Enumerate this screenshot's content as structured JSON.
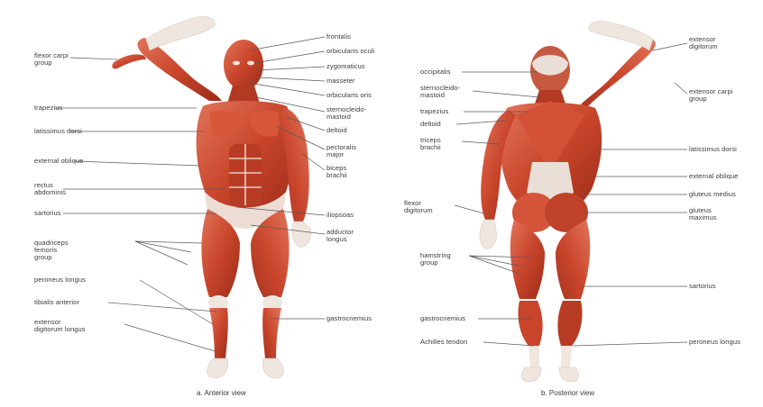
{
  "colors": {
    "muscle_base": "#c8452b",
    "muscle_light": "#e2745a",
    "muscle_dark": "#9c2c18",
    "tendon": "#efe6e0",
    "skin": "#f3e2d8",
    "leader_line": "#5a5a5a",
    "label_text": "#3a3a3a"
  },
  "anterior": {
    "caption": "a. Anterior view",
    "left_labels": [
      "flexor carpi\ngroup",
      "trapezius",
      "latissimus dorsi",
      "external oblique",
      "rectus\nabdominis",
      "sartorius",
      "quadriceps\nfemoris\ngroup",
      "peroneus longus",
      "tibialis anterior",
      "extensor\ndigitorum longus"
    ],
    "right_labels": [
      "frontalis",
      "orbicularis oculi",
      "zygomaticus",
      "masseter",
      "orbicularis oris",
      "sternocleido-\nmastoid",
      "deltoid",
      "pectoralis\nmajor",
      "biceps\nbrachii",
      "iliopsoas",
      "adductor\nlongus",
      "gastrocnemius"
    ]
  },
  "posterior": {
    "caption": "b. Posterior view",
    "left_labels": [
      "occipitalis",
      "sternocleido-\nmastoid",
      "trapezius",
      "deltoid",
      "triceps\nbrachii",
      "flexor\ndigitorum",
      "hamstring\ngroup",
      "gastrocnemius",
      "Achilles tendon"
    ],
    "right_labels": [
      "extensor\ndigitorum",
      "extensor carpi\ngroup",
      "latissimus dorsi",
      "external oblique",
      "gluteus medius",
      "gluteus\nmaximus",
      "sartorius",
      "peroneus longus"
    ]
  }
}
